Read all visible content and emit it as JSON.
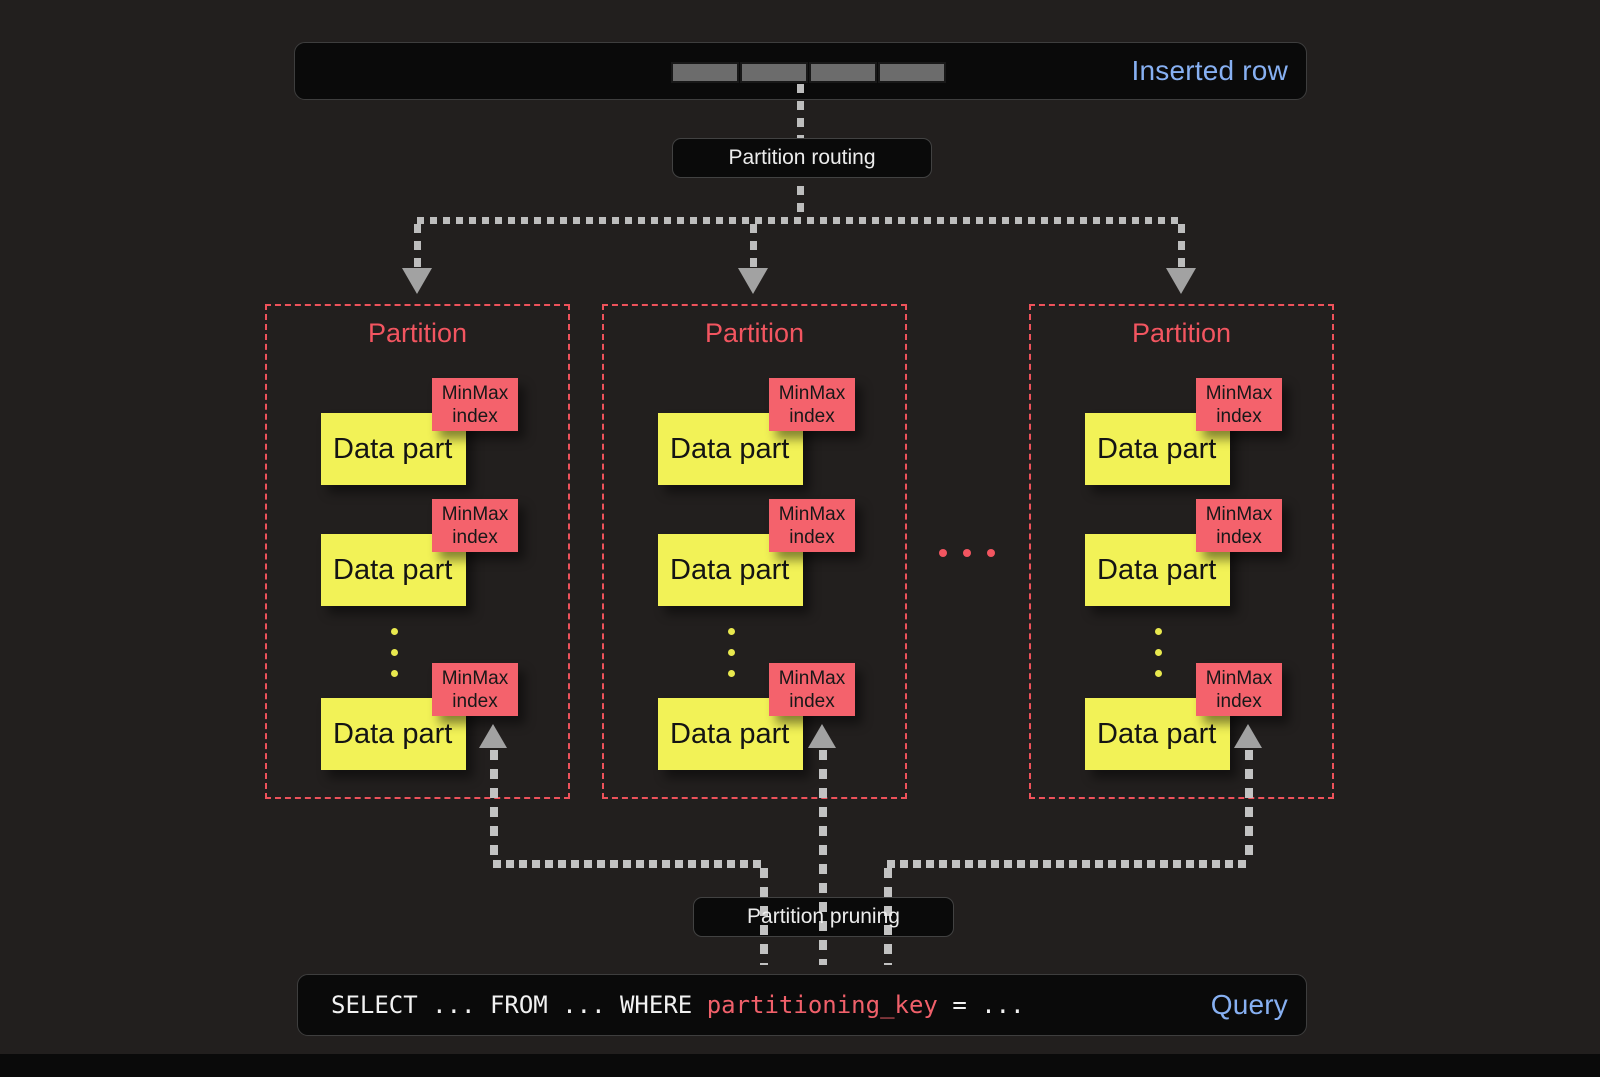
{
  "colors": {
    "background": "#221f1e",
    "panel": "#0a0a0a",
    "accent_blue": "#87b0f2",
    "accent_red": "#f25560",
    "minmax_box": "#f4626c",
    "datapart_box": "#f2f257",
    "connector_gray": "#bdbdbd"
  },
  "inserted_row": {
    "label": "Inserted row",
    "segment_count": 4
  },
  "flow": {
    "routing_label": "Partition routing",
    "pruning_label": "Partition pruning"
  },
  "partitions": [
    {
      "title": "Partition",
      "parts": [
        {
          "label": "Data part",
          "index_label": "MinMax index"
        },
        {
          "label": "Data part",
          "index_label": "MinMax index"
        },
        {
          "label": "Data part",
          "index_label": "MinMax index"
        }
      ]
    },
    {
      "title": "Partition",
      "parts": [
        {
          "label": "Data part",
          "index_label": "MinMax index"
        },
        {
          "label": "Data part",
          "index_label": "MinMax index"
        },
        {
          "label": "Data part",
          "index_label": "MinMax index"
        }
      ]
    },
    {
      "title": "Partition",
      "parts": [
        {
          "label": "Data part",
          "index_label": "MinMax index"
        },
        {
          "label": "Data part",
          "index_label": "MinMax index"
        },
        {
          "label": "Data part",
          "index_label": "MinMax index"
        }
      ]
    }
  ],
  "icons": {
    "more_partitions_indicator": "three-pink-dots",
    "more_parts_indicator": "three-yellow-dots-vertical",
    "flow_arrows": "dashed-gray-arrows"
  },
  "query": {
    "sql_before": "SELECT ... FROM ... WHERE ",
    "sql_key": "partitioning_key",
    "sql_after": " = ...",
    "label": "Query"
  }
}
